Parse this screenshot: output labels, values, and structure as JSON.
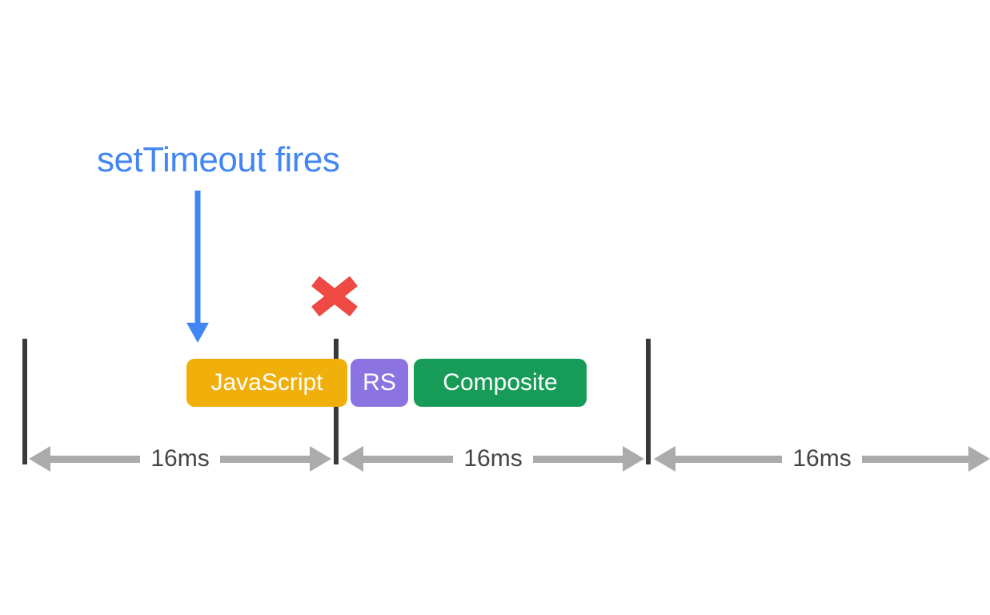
{
  "diagram": {
    "annotation": "setTimeout fires",
    "tasks": [
      {
        "label": "JavaScript",
        "color": "#F1AF0B"
      },
      {
        "label": "RS",
        "color": "#8C73E2"
      },
      {
        "label": "Composite",
        "color": "#179C57"
      }
    ],
    "frame_durations": [
      "16ms",
      "16ms",
      "16ms"
    ],
    "icons": {
      "settimeout_pointer": "arrow-down-icon",
      "dropped_frame_marker": "x-mark-icon",
      "frame_span_left": "arrow-left-icon",
      "frame_span_right": "arrow-right-icon"
    },
    "colors": {
      "annotation_blue": "#4285F4",
      "x_mark_red": "#EE4943",
      "javascript_yellow": "#F1AF0B",
      "rs_purple": "#8C73E2",
      "composite_green": "#179C57",
      "frame_tick_dark": "#37393C",
      "measure_arrow_gray": "#ABABAB",
      "duration_text_gray": "#454547",
      "background": "#FFFFFF"
    }
  }
}
